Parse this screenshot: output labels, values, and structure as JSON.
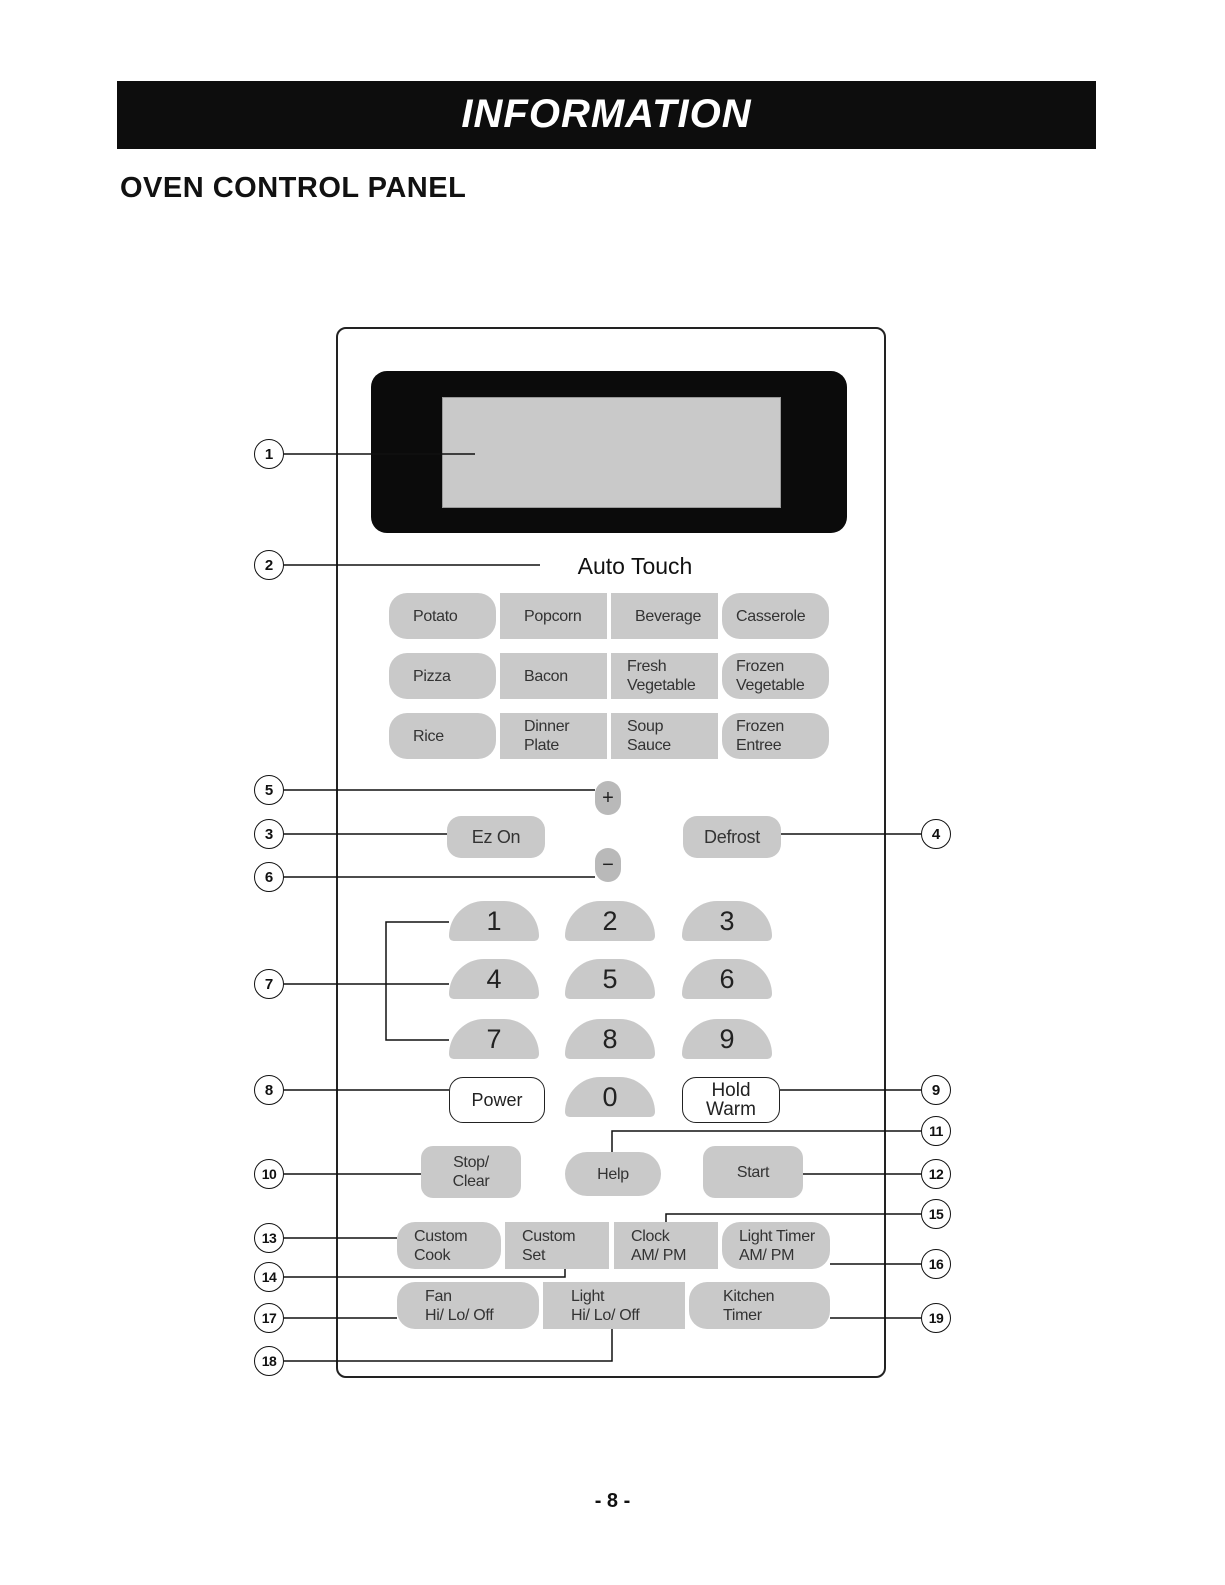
{
  "header": {
    "title": "INFORMATION"
  },
  "section_title": "OVEN CONTROL PANEL",
  "panel": {
    "auto_touch_label": "Auto  Touch",
    "auto_row1": [
      "Potato",
      "Popcorn",
      "Beverage",
      "Casserole"
    ],
    "auto_row2": [
      [
        "Pizza"
      ],
      [
        "Bacon"
      ],
      [
        "Fresh",
        "Vegetable"
      ],
      [
        "Frozen",
        "Vegetable"
      ]
    ],
    "auto_row3": [
      [
        "Rice"
      ],
      [
        "Dinner",
        "Plate"
      ],
      [
        "Soup",
        "Sauce"
      ],
      [
        "Frozen",
        "Entree"
      ]
    ],
    "plus": "+",
    "minus": "−",
    "ez_on": "Ez On",
    "defrost": "Defrost",
    "digits": [
      "1",
      "2",
      "3",
      "4",
      "5",
      "6",
      "7",
      "8",
      "9",
      "0"
    ],
    "power": "Power",
    "hold_warm": [
      "Hold",
      "Warm"
    ],
    "stop_clear": [
      "Stop/",
      "Clear"
    ],
    "help": "Help",
    "start": "Start",
    "row_custom": [
      [
        "Custom",
        "Cook"
      ],
      [
        "Custom",
        "Set"
      ],
      [
        "Clock",
        "AM/ PM"
      ],
      [
        "Light Timer",
        "AM/ PM"
      ]
    ],
    "row_fan": [
      [
        "Fan",
        "Hi/ Lo/ Off"
      ],
      [
        "Light",
        "Hi/ Lo/ Off"
      ],
      [
        "Kitchen",
        "Timer"
      ]
    ]
  },
  "callouts": [
    "1",
    "2",
    "3",
    "4",
    "5",
    "6",
    "7",
    "8",
    "9",
    "10",
    "11",
    "12",
    "13",
    "14",
    "15",
    "16",
    "17",
    "18",
    "19"
  ],
  "page_number": "- 8 -"
}
